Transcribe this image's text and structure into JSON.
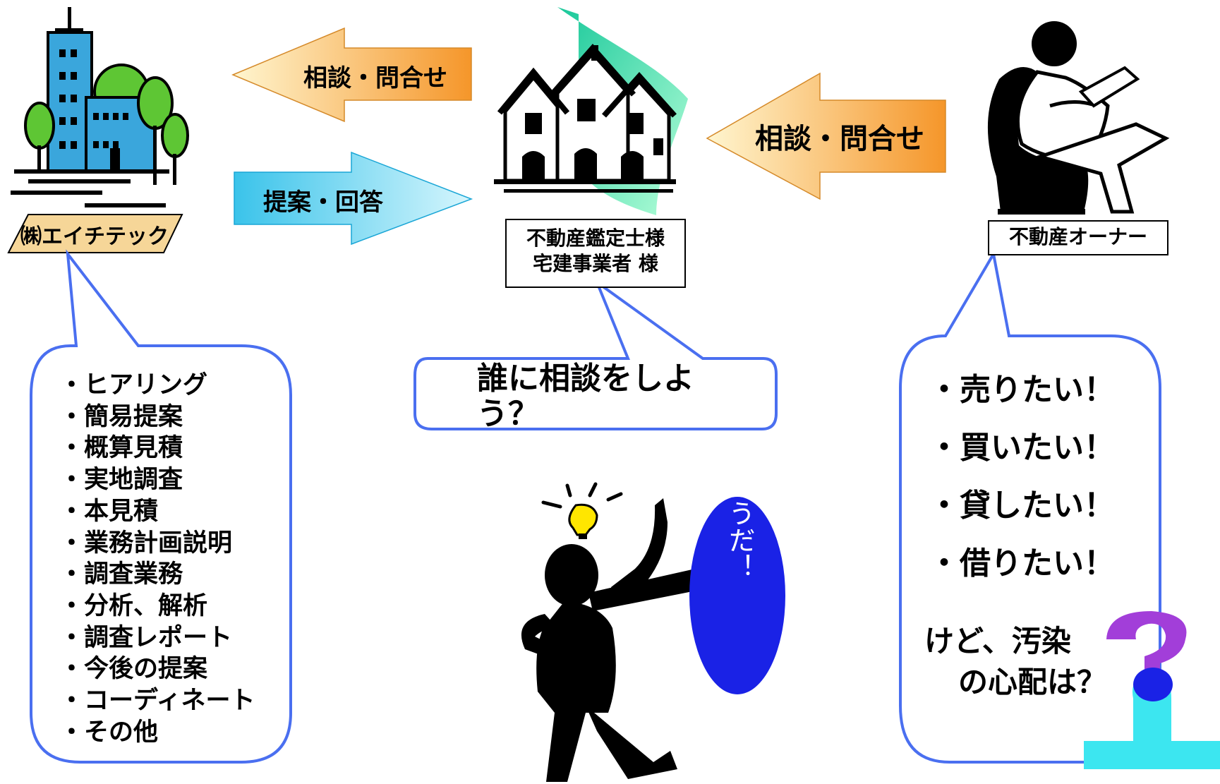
{
  "company": {
    "name": "㈱エイチテック"
  },
  "appraiser": {
    "line1": "不動産鑑定士様",
    "line2": "宅建事業者 様"
  },
  "owner": {
    "label": "不動産オーナー"
  },
  "arrows": {
    "consult_left": "相談・問合せ",
    "proposal_right": "提案・回答",
    "consult_owner": "相談・問合せ"
  },
  "services": [
    "・ヒアリング",
    "・簡易提案",
    "・概算見積",
    "・実地調査",
    "・本見積",
    "・業務計画説明",
    "・調査業務",
    "・分析、解析",
    "・調査レポート",
    "・今後の提案",
    "・コーディネート",
    "・その他"
  ],
  "question": {
    "line1": "誰に相談をしよ",
    "line2": "う？"
  },
  "idea": {
    "text": "そうだ！"
  },
  "owner_needs": [
    "・売りたい！",
    "・買いたい！",
    "・貸したい！",
    "・借りたい！"
  ],
  "owner_concern": {
    "line1": "けど、汚染",
    "line2": "の心配は？"
  },
  "colors": {
    "bubble_border": "#4a6ff0",
    "orange_arrow_start": "#fff6d0",
    "orange_arrow_end": "#f5962a",
    "blue_arrow_start": "#3ac3ea",
    "blue_arrow_end": "#d6f6fd",
    "building_blue": "#3aa6dc",
    "tree_green": "#5ec634",
    "idea_bubble_blue": "#1a22e6",
    "question_mark_purple": "#a23ed9",
    "cyan_base": "#3ce6f0"
  },
  "icons": [
    "office-building-icon",
    "houses-icon",
    "owner-reading-icon",
    "idea-person-icon",
    "question-mark-icon"
  ]
}
